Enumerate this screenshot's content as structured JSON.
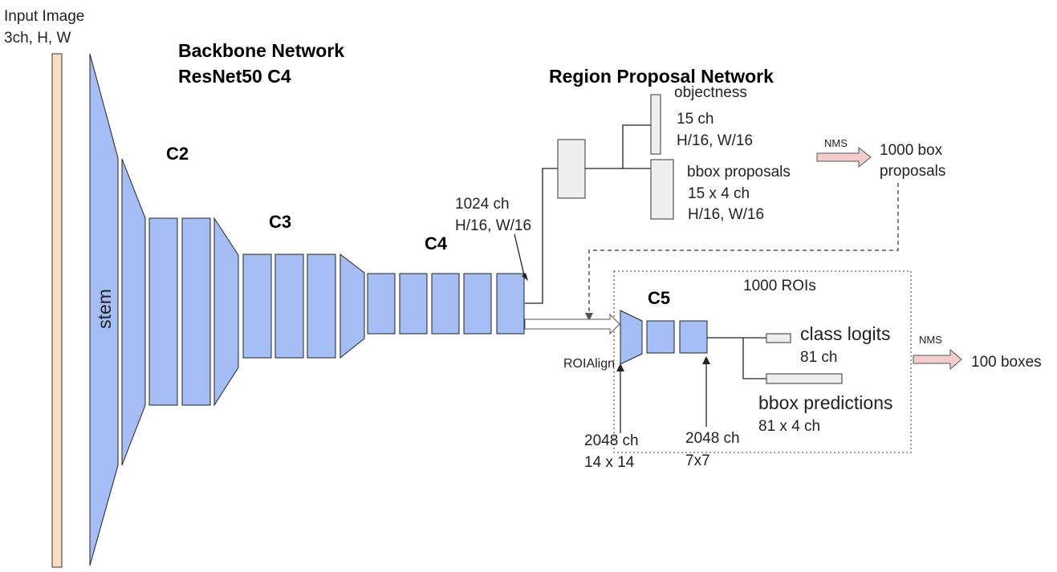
{
  "colors": {
    "block": "#a4bdf4",
    "input": "#fcdcc0",
    "gray": "#eeeeee",
    "nms_arrow": "#f3cccc"
  },
  "input": {
    "title": "Input Image",
    "dims": "3ch, H, W"
  },
  "backbone": {
    "title_line1": "Backbone Network",
    "title_line2": "ResNet50 C4",
    "stem": "stem",
    "c2": "C2",
    "c3": "C3",
    "c4": "C4",
    "c4_out_ch": "1024 ch",
    "c4_out_dims": "H/16, W/16"
  },
  "rpn": {
    "title": "Region Proposal Network",
    "objectness": "objectness",
    "objectness_ch": "15 ch",
    "objectness_dims": "H/16, W/16",
    "bbox_title": "bbox proposals",
    "bbox_ch": "15 x 4 ch",
    "bbox_dims": "H/16, W/16",
    "nms": "NMS",
    "proposals_line1": "1000 box",
    "proposals_line2": "proposals"
  },
  "roi_head": {
    "rois": "1000 ROIs",
    "c5": "C5",
    "roialign": "ROIAlign",
    "in_ch": "2048 ch",
    "in_dims": "14 x 14",
    "out_ch": "2048 ch",
    "out_dims": "7x7",
    "class_logits": "class logits",
    "class_ch": "81 ch",
    "bbox_pred": "bbox predictions",
    "bbox_pred_ch": "81 x 4 ch",
    "nms": "NMS",
    "output": "100 boxes"
  }
}
